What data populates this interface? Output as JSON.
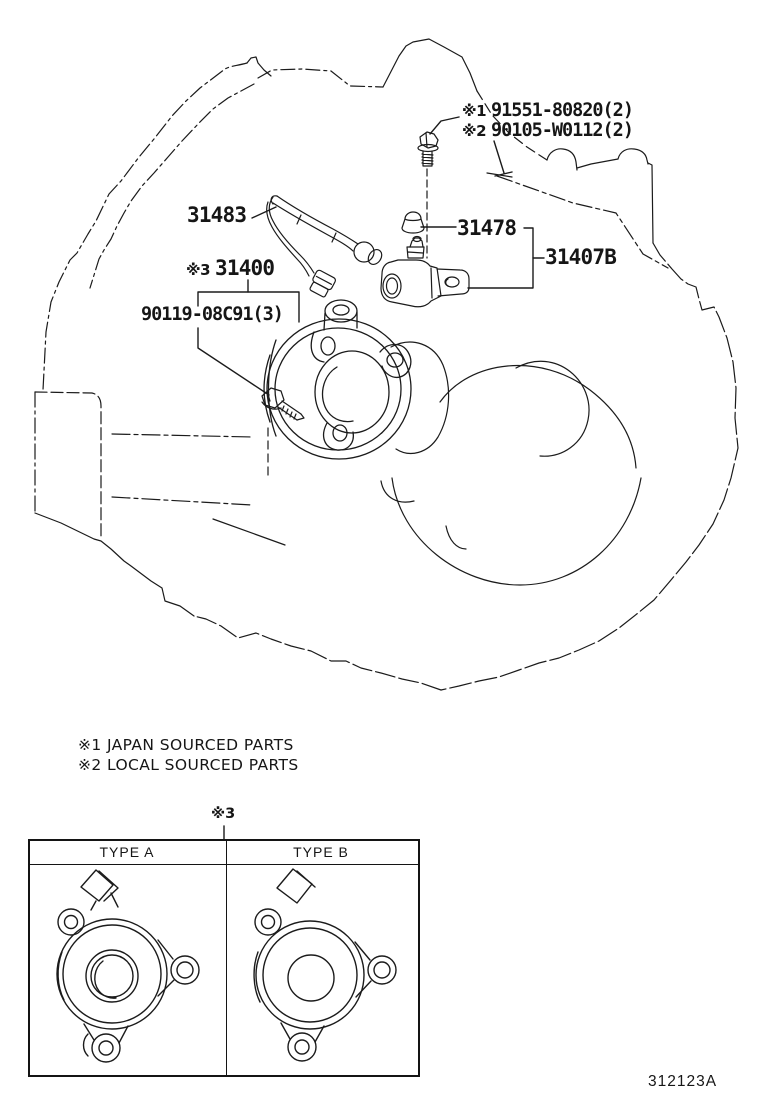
{
  "diagram": {
    "callouts": {
      "bolt_ref1": {
        "prefix": "※1",
        "number": "91551-80820(2)"
      },
      "bolt_ref2": {
        "prefix": "※2",
        "number": "90105-W0112(2)"
      },
      "tube": {
        "number": "31483"
      },
      "release_cylinder": {
        "prefix": "※3",
        "number": "31400"
      },
      "cylinder_bolts": {
        "number": "90119-08C91(3)"
      },
      "bleeder_plug_cap": {
        "number": "31478"
      },
      "tube_bracket": {
        "number": "31407B"
      }
    },
    "notes": [
      "※1 JAPAN SOURCED PARTS",
      "※2 LOCAL SOURCED PARTS"
    ],
    "table": {
      "ref": "※3",
      "columns": [
        "TYPE A",
        "TYPE B"
      ]
    },
    "figure_code": "312123A",
    "colors": {
      "line": "#1b1b1b",
      "background": "#ffffff"
    }
  }
}
